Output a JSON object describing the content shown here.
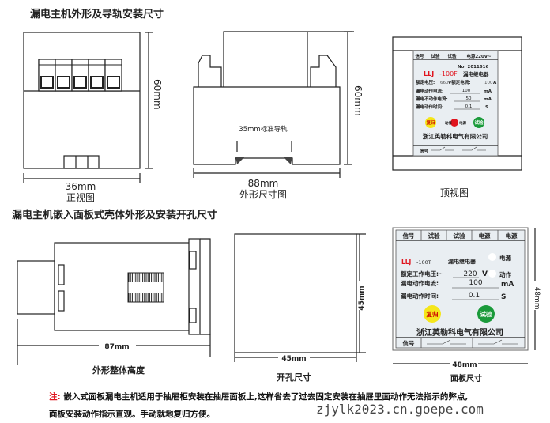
{
  "section1": {
    "title": "漏电主机外形及导轨安装尺寸",
    "front": {
      "height": "60mm",
      "width": "36mm",
      "caption": "正视图"
    },
    "side": {
      "rail": "35mm标准导轨",
      "height": "60mm",
      "width": "88mm",
      "caption": "外形尺寸图"
    },
    "top": {
      "caption": "顶视图",
      "label": {
        "headers": [
          "信号",
          "试验",
          "试验",
          "电源220V~"
        ],
        "no": "No: 2011616",
        "model_prefix": "LLJ",
        "model_suffix": "-100F",
        "model_name": "漏电继电器",
        "rated_voltage_label": "额定电压:",
        "rated_voltage": "660",
        "rated_current_label": "V额定电流:",
        "rated_current": "100",
        "rated_current_unit": "A",
        "action_current_label": "漏电动作电流:",
        "action_current": "100",
        "action_current_unit": "mA",
        "nonaction_current_label": "漏电不动作电流:",
        "nonaction_current": "50",
        "nonaction_current_unit": "mA",
        "action_time_label": "漏电动作时间:",
        "action_time": "0.1",
        "action_time_unit": "S",
        "reset": "复归",
        "indicator_left": "动作",
        "indicator_right": "电源",
        "test": "试验",
        "company": "浙江英勒科电气有限公司",
        "footer": "信号"
      }
    }
  },
  "section2": {
    "title": "漏电主机嵌入面板式壳体外形及安装开孔尺寸",
    "body": {
      "depth": "87mm",
      "caption": "外形整体高度"
    },
    "cutout": {
      "width": "45mm",
      "height": "45mm",
      "caption": "开孔尺寸"
    },
    "panel": {
      "headers": [
        "信号",
        "试验",
        "试验",
        "电源",
        "电源"
      ],
      "model_prefix": "LLJ",
      "model_suffix": "-100T",
      "model_name": "漏电继电器",
      "power": "电源",
      "action": "动作",
      "voltage_label": "额定工作电压:~",
      "voltage": "220",
      "voltage_unit": "V",
      "current_label": "漏电动作电流:",
      "current": "100",
      "current_unit": "mA",
      "time_label": "漏电动作时间:",
      "time": "0.1",
      "time_unit": "S",
      "reset": "复归",
      "test": "试验",
      "company": "浙江英勒科电气有限公司",
      "footer": "信号",
      "width": "48mm",
      "height": "48mm",
      "caption": "面板尺寸"
    }
  },
  "note": {
    "prefix": "注:",
    "line1": "嵌入式面板漏电主机适用于抽屉柜安装在抽屉面板上,这样省去了过去固定安装在抽屉里面动作无法指示的弊点,",
    "line2": "面板安装动作指示直观。手动就地复归方便。"
  },
  "watermark": "zjylk2023.cn.goepe.com",
  "colors": {
    "red": "#e0141e",
    "yellow": "#f5e61a",
    "green": "#1a9a3a",
    "label_bg": "#e9eef2"
  }
}
